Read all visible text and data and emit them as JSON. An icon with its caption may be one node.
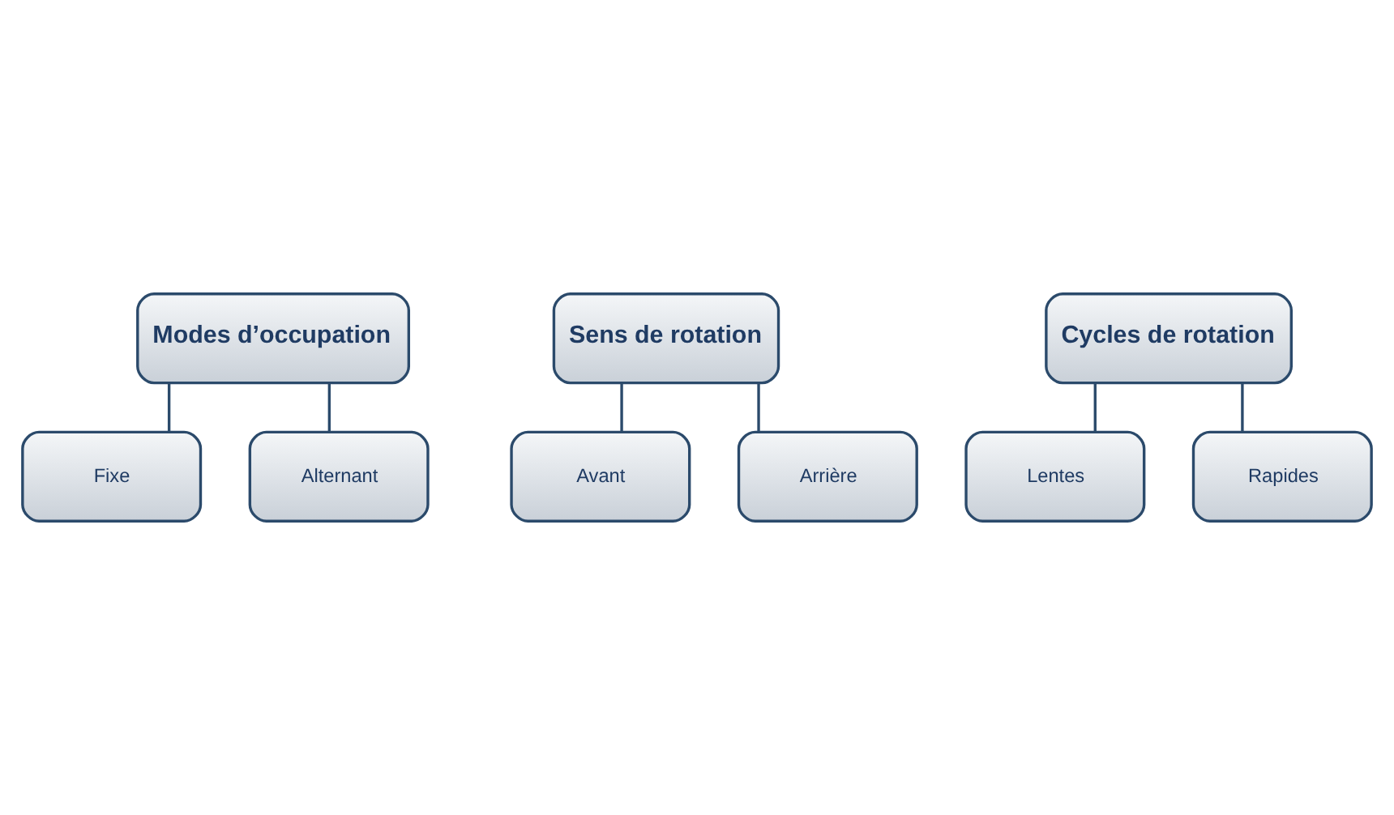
{
  "diagram": {
    "nodes": [
      {
        "text": [
          "Modes d’occupation"
        ]
      },
      {
        "text": [
          "Fixe"
        ]
      },
      {
        "text": [
          "Alternant"
        ]
      },
      {
        "text": [
          "Sens de rotation"
        ]
      },
      {
        "text": [
          "Avant"
        ]
      },
      {
        "text": [
          "Arrière"
        ]
      },
      {
        "text": [
          "Cycles de rotation"
        ]
      },
      {
        "text": [
          "Lentes"
        ]
      },
      {
        "text": [
          "Rapides"
        ]
      }
    ],
    "edges": [
      {
        "from": 0,
        "to": 1,
        "arrow": "none"
      },
      {
        "from": 0,
        "to": 2,
        "arrow": "none"
      },
      {
        "from": 3,
        "to": 4,
        "arrow": "none"
      },
      {
        "from": 3,
        "to": 5,
        "arrow": "none"
      },
      {
        "from": 6,
        "to": 7,
        "arrow": "none"
      },
      {
        "from": 6,
        "to": 8,
        "arrow": "none"
      }
    ]
  }
}
